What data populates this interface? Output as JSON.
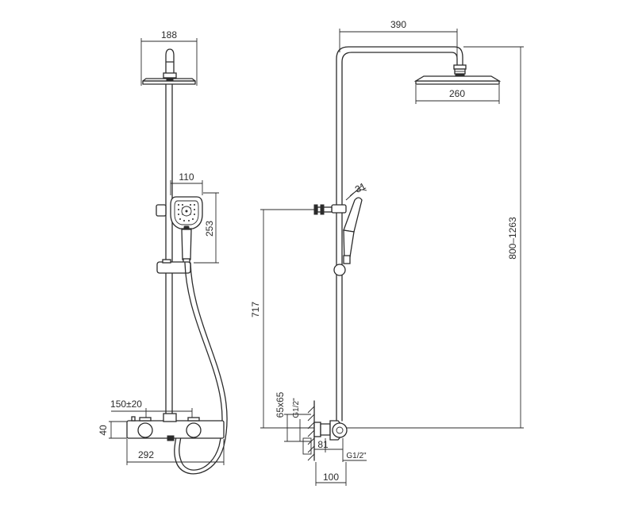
{
  "dimensions": {
    "head_width_front": "188",
    "hand_width": "110",
    "hand_height": "253",
    "mixer_center": "150±20",
    "mixer_height": "40",
    "mixer_width": "292",
    "arm_length": "390",
    "head_diameter": "260",
    "hand_angle": "31",
    "hand_holder_height": "717",
    "total_height_range": "800–1263",
    "wall_flange": "65x65",
    "inlet_thread_left": "G1/2\"",
    "inlet_thread_right": "G1/2\"",
    "wall_offset_81": "81",
    "wall_offset_100": "100"
  }
}
